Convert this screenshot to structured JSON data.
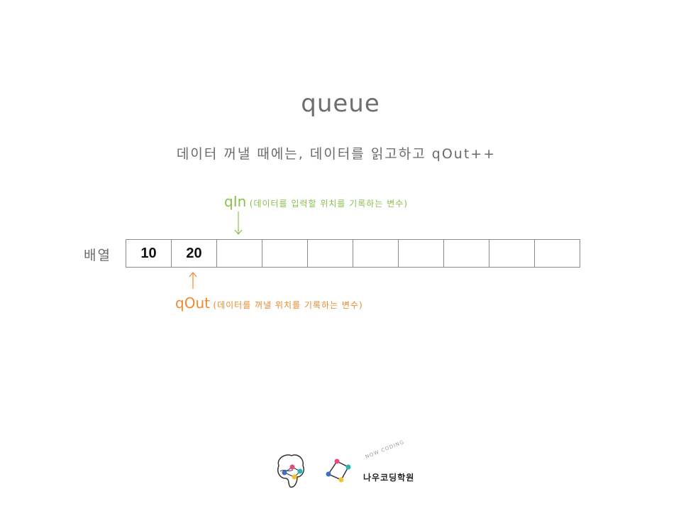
{
  "title": "queue",
  "subtitle": "데이터 꺼낼 때에는, 데이터를 읽고하고 qOut++",
  "qin": {
    "name": "qIn",
    "desc": "(데이터를 입력할 위치를 기록하는 변수)",
    "color": "#8bbf4f"
  },
  "qout": {
    "name": "qOut",
    "desc": "(데이터를 꺼낼 위치를 기록하는 변수)",
    "color": "#ef8a2c"
  },
  "array": {
    "label": "배열",
    "cells": [
      "10",
      "20",
      "",
      "",
      "",
      "",
      "",
      "",
      "",
      ""
    ]
  },
  "brand": {
    "name": "나우코딩학원",
    "arc_text": "NOW CODING"
  }
}
